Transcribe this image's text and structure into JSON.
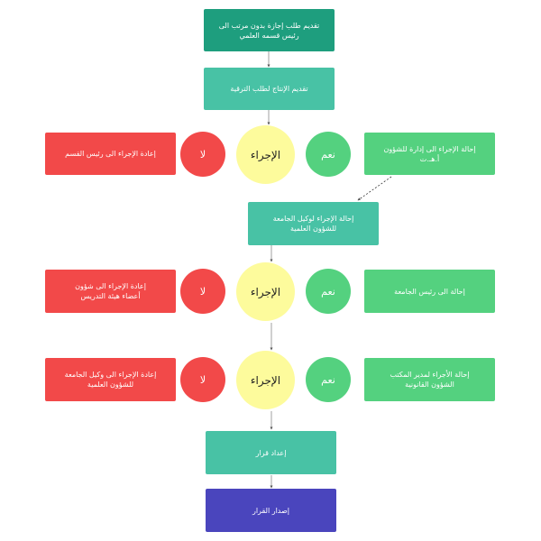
{
  "nodes": {
    "submit_request": "تقديم طلب إجازة بدون مرتب الى\nرئيس قسمه العلمي",
    "submit_production": "تقديم الإنتاج لطلب الترقية",
    "decision_1": "الإجراء",
    "yes_1": "نعم",
    "no_1": "لا",
    "refer_affairs": "إحالة الإجراء الى إدارة  للشؤون\nأ.هـ.ت",
    "return_head": "إعادة  الإجراء الى رئيس  القسم",
    "refer_vice_rector": "إحالة الإجراء لوكيل الجامعة\nللشؤون العلمية",
    "decision_2": "الإجراء",
    "yes_2": "نعم",
    "no_2": "لا",
    "refer_rector": "إحالة الى رئيس الجامعة",
    "return_faculty_affairs": "إعادة  الإجراء الى شؤون\nأعضاء هيئة التدريس",
    "decision_3": "الإجراء",
    "yes_3": "نعم",
    "no_3": "لا",
    "refer_legal": "إحالة الأجراء لمدير المكتب\nالشؤون القانونية",
    "return_vice_rector": "إعادة  الإجراء الى وكيل الجامعة\nللشؤون العلمية",
    "prepare_decision": "إعداد قرار",
    "issue_decision": "إصدار القرار"
  },
  "colors": {
    "teal_dark": "#1e9e7e",
    "teal": "#48c2a5",
    "green": "#54d17f",
    "red": "#f24949",
    "yellow": "#fdfb9c",
    "purple": "#4a45bd"
  }
}
